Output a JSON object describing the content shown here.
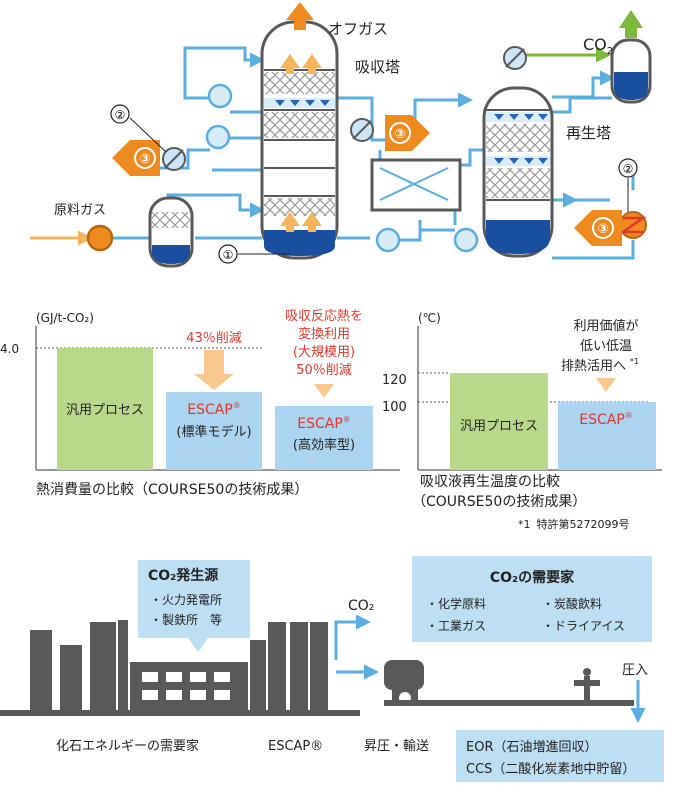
{
  "process": {
    "offgas": "オフガス",
    "absorber": "吸収塔",
    "co2_label": "CO",
    "co2_sub": "2",
    "regenerator": "再生塔",
    "feed_gas": "原料ガス",
    "marker_1": "①",
    "marker_2": "②",
    "marker_3": "③"
  },
  "energy_chart": {
    "unit": "(GJ/t-CO₂)",
    "tick_4": "4.0",
    "bar1_label": "汎用プロセス",
    "bar2_label": "ESCAP",
    "bar2_reg": "®",
    "bar2_sub": "(標準モデル)",
    "bar3_label": "ESCAP",
    "bar3_reg": "®",
    "bar3_sub": "(高効率型)",
    "note1": "43％削減",
    "note2_lines": [
      "吸収反応熱を",
      "変換利用",
      "(大規模用)",
      "50％削減"
    ],
    "caption": "熱消費量の比較（COURSE50の技術成果）"
  },
  "temp_chart": {
    "unit": "(℃)",
    "tick_120": "120",
    "tick_100": "100",
    "bar1_label": "汎用プロセス",
    "bar2_label": "ESCAP",
    "bar2_reg": "®",
    "note_lines": [
      "利用価値が",
      "低い低温",
      "排熱活用へ"
    ],
    "note_mark": "*1",
    "caption_line1": "吸収液再生温度の比較",
    "caption_line2": "（COURSE50の技術成果）",
    "footnote_mark": "*1",
    "footnote": "特許第5272099号"
  },
  "chain": {
    "source_title": "CO₂発生源",
    "source_items": [
      "・火力発電所",
      "・製鉄所　等"
    ],
    "demand_title": "CO₂の需要家",
    "demand_items": [
      "・化学原料",
      "・炭酸飲料",
      "・工業ガス",
      "・ドライアイス"
    ],
    "co2_arrow": "CO₂",
    "injection": "圧入",
    "bottom_labels": [
      "化石エネルギーの需要家",
      "ESCAP®",
      "昇圧・輸送"
    ],
    "eor": "EOR（石油増進回収）",
    "ccs": "CCS（二酸化炭素地中貯留）"
  },
  "colors": {
    "pipe_blue": "#5aaee0",
    "tank_blue": "#1a4fa0",
    "orange": "#ef8a1f",
    "light_orange": "#f5b35a",
    "green_bar": "#b9d98a",
    "blue_bar": "#aad4f0",
    "highlight_blue": "#bcdff4",
    "red_text": "#e0362b",
    "grey": "#595959",
    "green_arrow": "#7db83a"
  }
}
